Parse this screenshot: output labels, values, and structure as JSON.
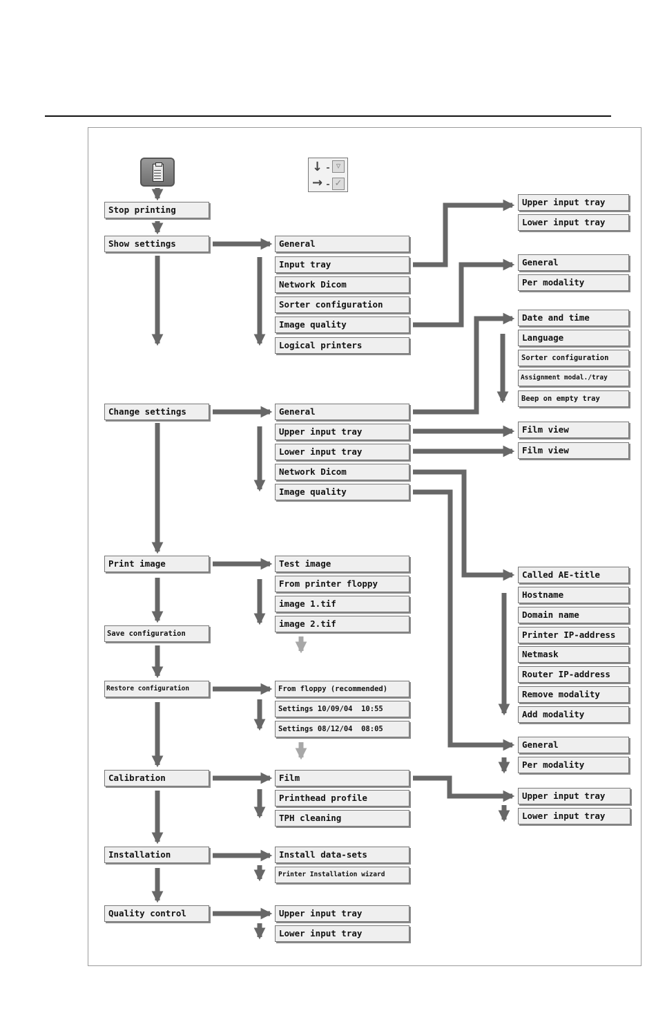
{
  "main_menu": {
    "stop_printing": "Stop printing",
    "show_settings": "Show settings",
    "change_settings": "Change settings",
    "print_image": "Print image",
    "save_configuration": "Save configuration",
    "restore_configuration": "Restore configuration",
    "calibration": "Calibration",
    "installation": "Installation",
    "quality_control": "Quality control"
  },
  "show_settings": {
    "items": [
      "General",
      "Input tray",
      "Network Dicom",
      "Sorter configuration",
      "Image quality",
      "Logical printers"
    ],
    "input_tray": [
      "Upper input tray",
      "Lower input tray"
    ],
    "image_quality": [
      "General",
      "Per modality"
    ]
  },
  "change_settings": {
    "items": [
      "General",
      "Upper input tray",
      "Lower input tray",
      "Network Dicom",
      "Image quality"
    ],
    "general": [
      "Date and time",
      "Language",
      "Sorter configuration",
      "Assignment modal./tray",
      "Beep on empty tray"
    ],
    "upper_film_view": "Film view",
    "lower_film_view": "Film view",
    "network_dicom": [
      "Called AE-title",
      "Hostname",
      "Domain name",
      "Printer IP-address",
      "Netmask",
      "Router IP-address",
      "Remove modality",
      "Add modality"
    ],
    "image_quality": [
      "General",
      "Per modality"
    ]
  },
  "print_image": {
    "items": [
      "Test image",
      "From printer floppy",
      "image 1.tif",
      "image 2.tif"
    ]
  },
  "restore_configuration": {
    "items": [
      "From floppy (recommended)",
      "Settings 10/09/04  10:55",
      "Settings 08/12/04  08:05"
    ]
  },
  "calibration": {
    "items": [
      "Film",
      "Printhead profile",
      "TPH cleaning"
    ],
    "film": [
      "Upper input tray",
      "Lower input tray"
    ]
  },
  "installation": {
    "items": [
      "Install data-sets",
      "Printer Installation wizard"
    ]
  },
  "quality_control": {
    "items": [
      "Upper input tray",
      "Lower input tray"
    ]
  },
  "colors": {
    "arrow": "#676767",
    "arrow_light": "#a8a8a8",
    "box_fill": "#efefef",
    "box_border": "#777777"
  }
}
